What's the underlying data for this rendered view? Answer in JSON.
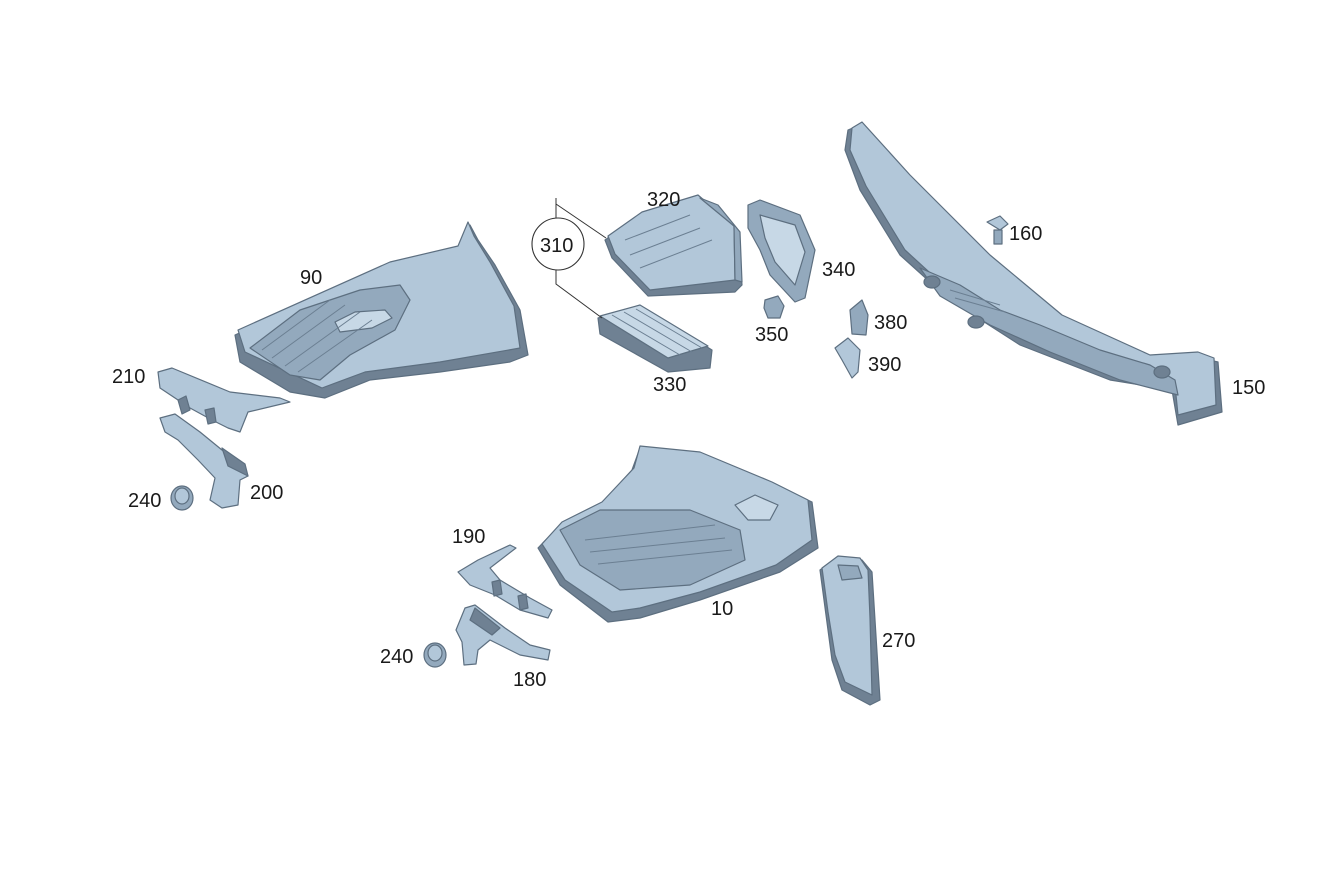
{
  "diagram": {
    "callouts": {
      "p10": "10",
      "p90": "90",
      "p150": "150",
      "p160": "160",
      "p180": "180",
      "p190": "190",
      "p200": "200",
      "p210": "210",
      "p240a": "240",
      "p240b": "240",
      "p270": "270",
      "p310": "310",
      "p320": "320",
      "p330": "330",
      "p340": "340",
      "p350": "350",
      "p380": "380",
      "p390": "390"
    }
  },
  "colors": {
    "part_fill": "#b2c7d9",
    "part_shadow": "#6f8193",
    "outline": "#5d6f80",
    "text": "#1a1a1a"
  }
}
